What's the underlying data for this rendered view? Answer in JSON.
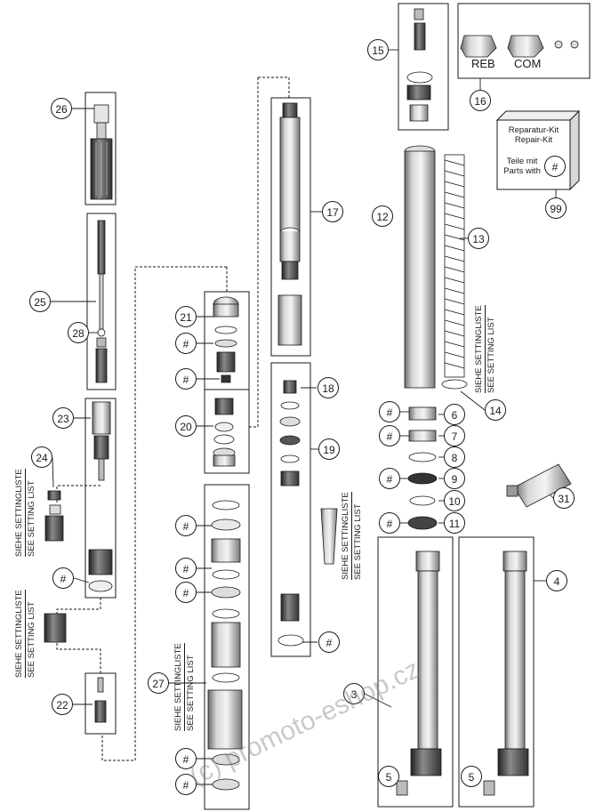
{
  "callouts": {
    "c3": "3",
    "c4": "4",
    "c5a": "5",
    "c5b": "5",
    "c6": "6",
    "c7": "7",
    "c8": "8",
    "c9": "9",
    "c10": "10",
    "c11": "11",
    "c12": "12",
    "c13": "13",
    "c14": "14",
    "c15": "15",
    "c16": "16",
    "c17": "17",
    "c18": "18",
    "c19": "19",
    "c20": "20",
    "c21": "21",
    "c22": "22",
    "c23": "23",
    "c24": "24",
    "c25": "25",
    "c26": "26",
    "c27": "27",
    "c28": "28",
    "c31": "31",
    "c99": "99",
    "hash": "#"
  },
  "setting_list": {
    "de": "SIEHE SETTINGLISTE",
    "en": "SEE SETTING LIST"
  },
  "variants": {
    "reb": "REB",
    "com": "COM"
  },
  "repair_kit": {
    "title_de": "Reparatur-Kit",
    "title_en": "Repair-Kit",
    "parts_de": "Teile mit",
    "parts_en": "Parts with",
    "symbol": "#"
  },
  "watermark": "(c) promoto-eshop.cz"
}
